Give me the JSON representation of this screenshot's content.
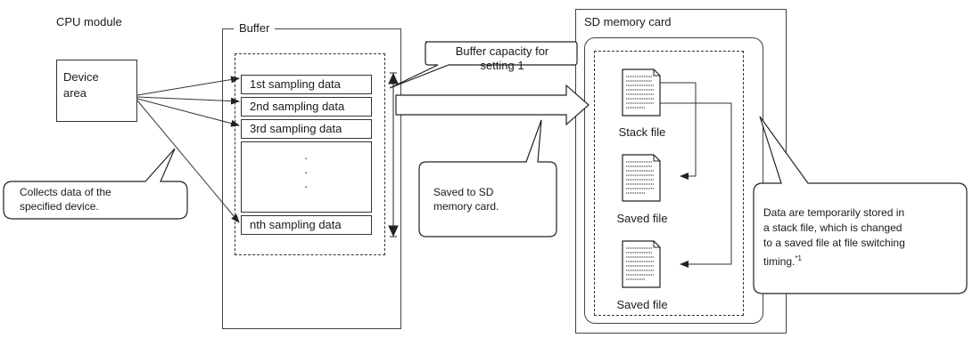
{
  "cpu": {
    "title": "CPU module",
    "device_area_line1": "Device",
    "device_area_line2": "area"
  },
  "buffer": {
    "title": "Buffer",
    "rows": [
      "1st sampling data",
      "2nd sampling data",
      "3rd sampling data",
      "nth sampling data"
    ],
    "ellipsis": "·"
  },
  "capacity_label_line1": "Buffer capacity for",
  "capacity_label_line2": "setting 1",
  "collects_callout_line1": "Collects data of the",
  "collects_callout_line2": "specified device.",
  "saved_callout_line1": "Saved to SD",
  "saved_callout_line2": "memory card.",
  "sd": {
    "title": "SD memory card",
    "files": [
      "Stack file",
      "Saved file",
      "Saved file"
    ]
  },
  "note_callout_line1": "Data are temporarily stored in",
  "note_callout_line2": "a stack file, which is changed",
  "note_callout_line3": "to a saved file at file switching",
  "note_callout_line4": "timing.",
  "note_callout_sup": "*1"
}
